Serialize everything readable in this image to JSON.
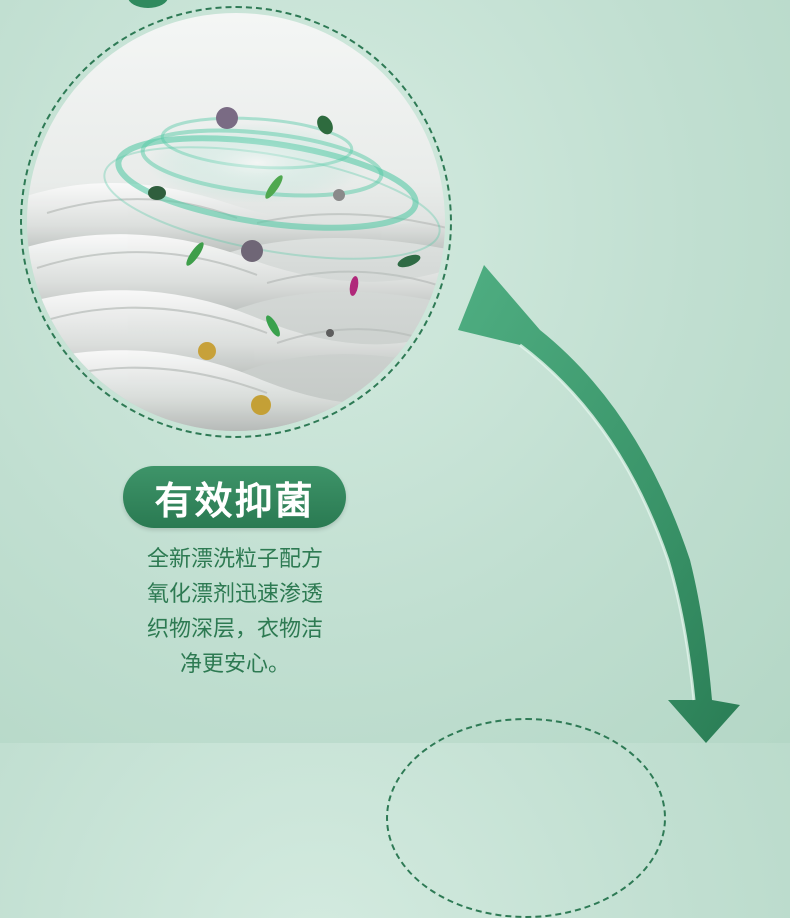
{
  "feature": {
    "title": "有效抑菌",
    "description_lines": [
      "全新漂洗粒子配方",
      "氧化漂剂迅速渗透",
      "织物深层，衣物洁",
      "净更安心。"
    ]
  },
  "icons": {
    "illustration": "fabric-bacteria-icon",
    "arrow": "curved-arrow-icon"
  },
  "colors": {
    "brand_green": "#2a7a52",
    "text_green": "#2d7a52",
    "background": "#c1dfd1"
  }
}
